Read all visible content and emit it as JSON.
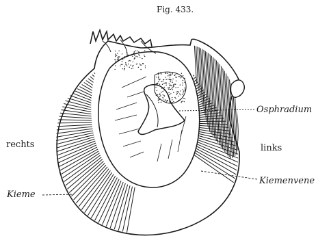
{
  "figure": {
    "title": "Fig. 433.",
    "labels": {
      "rechts": "rechts",
      "links": "links",
      "osphradium": "Osphradium",
      "kiemenvene": "Kiemenvene",
      "kieme": "Kieme"
    },
    "colors": {
      "ink": "#1a1a1a",
      "paper": "#ffffff"
    }
  }
}
